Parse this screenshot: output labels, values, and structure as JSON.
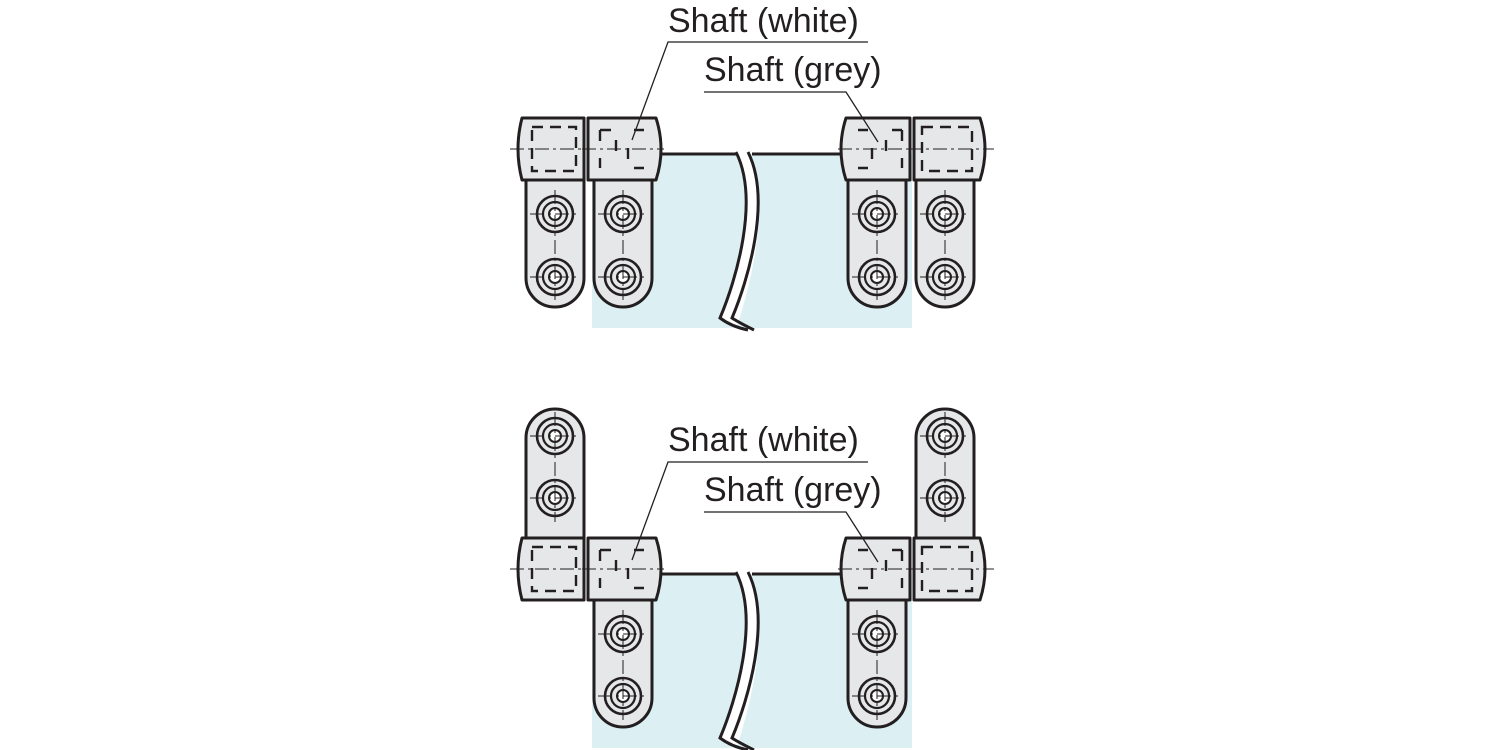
{
  "diagram": {
    "views": [
      {
        "id": "top",
        "leaves_mounted": "down",
        "labels": {
          "white": "Shaft (white)",
          "grey": "Shaft (grey)"
        }
      },
      {
        "id": "bottom",
        "leaves_mounted": "outer-up",
        "labels": {
          "white": "Shaft (white)",
          "grey": "Shaft (grey)"
        }
      }
    ],
    "colors": {
      "panel": "#dcf0f4",
      "hinge": "#e6e7e8",
      "line": "#231f20"
    }
  }
}
